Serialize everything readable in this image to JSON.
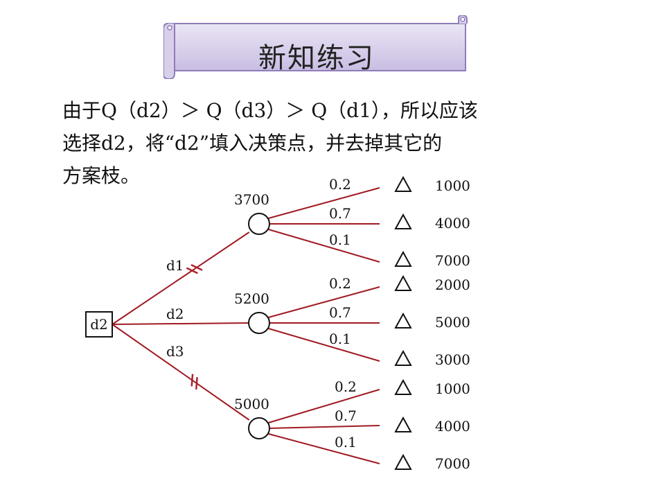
{
  "banner": {
    "title": "新知练习"
  },
  "description": {
    "lines": [
      "由于Q（d2）＞ Q（d3）＞ Q（d1），所以应该",
      "选择d2，将“d2”填入决策点，并去掉其它的",
      "方案枝。"
    ]
  },
  "decision_tree": {
    "decision_node_label": "d2",
    "colors": {
      "branch": "#a01a22",
      "node_outline": "#111111",
      "prune_mark": "#b0202a"
    },
    "alternatives": [
      {
        "label": "d1",
        "pruned": true,
        "expected_value": "3700",
        "outcomes": [
          {
            "probability": "0.2",
            "payoff": "1000"
          },
          {
            "probability": "0.7",
            "payoff": "4000"
          },
          {
            "probability": "0.1",
            "payoff": "7000"
          }
        ]
      },
      {
        "label": "d2",
        "pruned": false,
        "expected_value": "5200",
        "outcomes": [
          {
            "probability": "0.2",
            "payoff": "2000"
          },
          {
            "probability": "0.7",
            "payoff": "5000"
          },
          {
            "probability": "0.1",
            "payoff": "3000"
          }
        ]
      },
      {
        "label": "d3",
        "pruned": true,
        "expected_value": "5000",
        "outcomes": [
          {
            "probability": "0.2",
            "payoff": "1000"
          },
          {
            "probability": "0.7",
            "payoff": "4000"
          },
          {
            "probability": "0.1",
            "payoff": "7000"
          }
        ]
      }
    ]
  }
}
